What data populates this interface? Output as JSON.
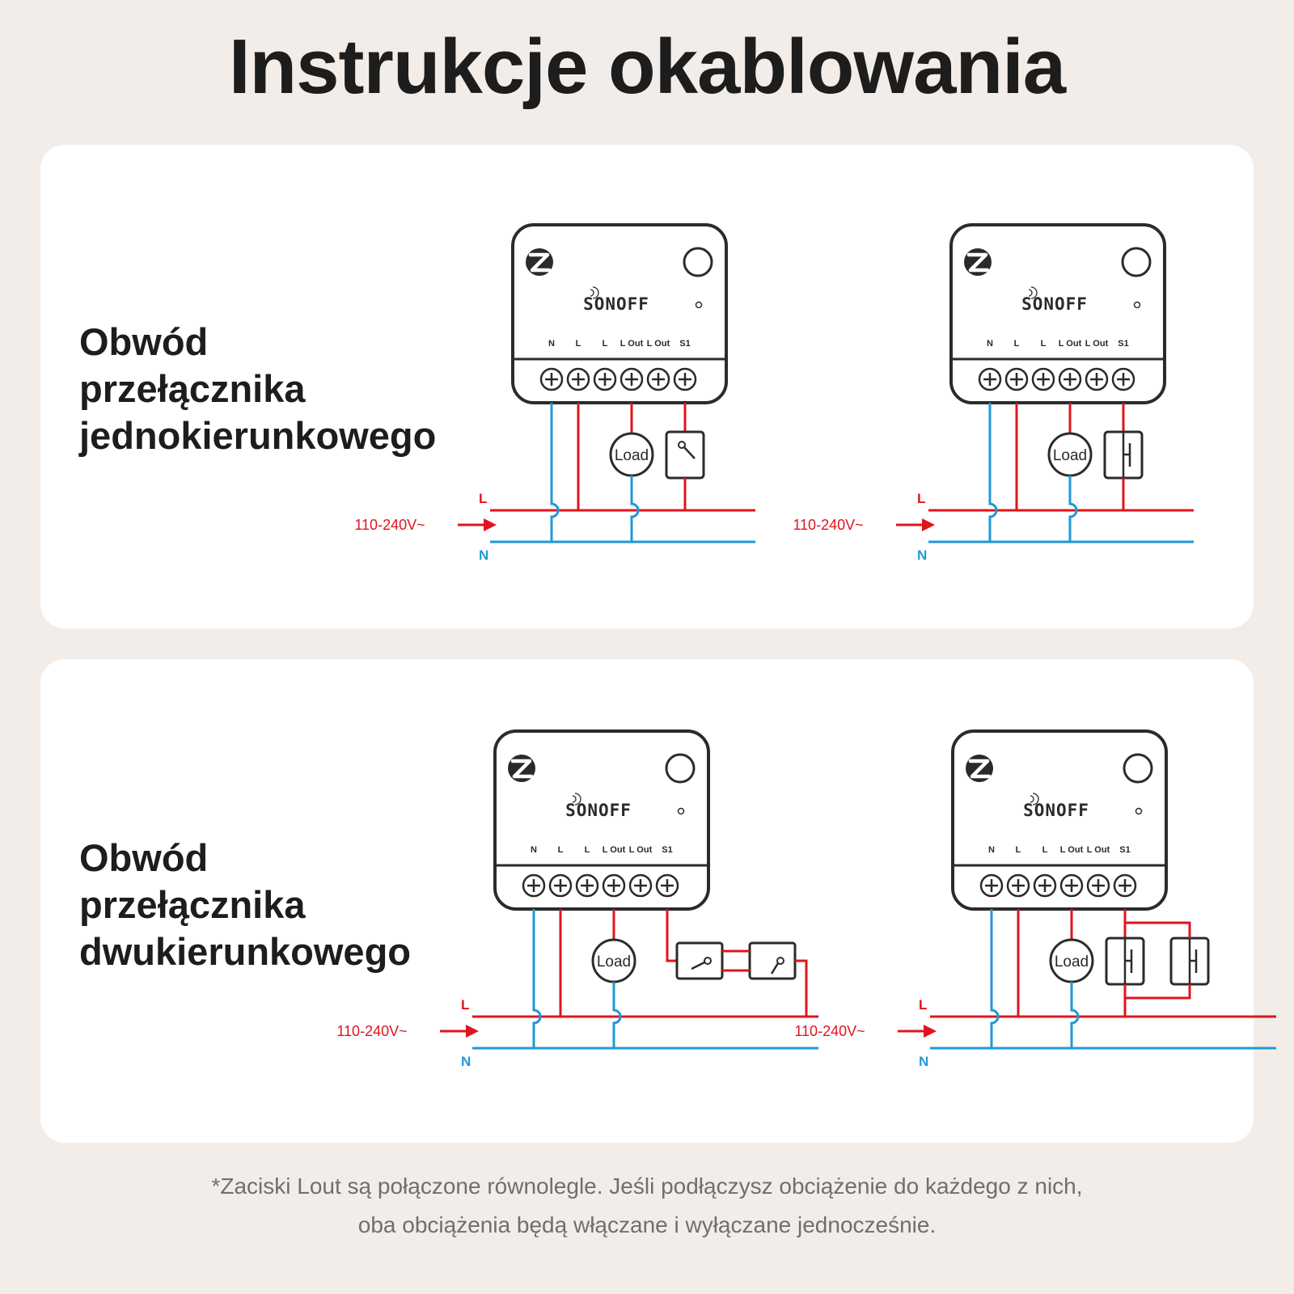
{
  "title": "Instrukcje okablowania",
  "icons": [
    "zigbee-logo",
    "sonoff-logo",
    "button-circle",
    "led-indicator",
    "toggle-switch-symbol",
    "push-button-symbol",
    "two-way-switch-symbol",
    "screw-terminal"
  ],
  "colors": {
    "background": "#f2ede8",
    "card": "#ffffff",
    "live_wire": "#e0141e",
    "neutral_wire": "#1e9ad6",
    "outline": "#2b2b2b"
  },
  "device": {
    "brand": "SONOFF",
    "terminals": [
      "N",
      "L",
      "L",
      "L Out",
      "L Out",
      "S1"
    ]
  },
  "supply": {
    "voltage": "110-240V~",
    "live": "L",
    "neutral": "N"
  },
  "load_label": "Load",
  "sections": [
    {
      "label_lines": [
        "Obwód",
        "przełącznika",
        "jednokierunkowego"
      ]
    },
    {
      "label_lines": [
        "Obwód",
        "przełącznika",
        "dwukierunkowego"
      ]
    }
  ],
  "footnote": {
    "line1": "*Zaciski Lout są połączone równolegle. Jeśli podłączysz obciążenie do każdego z nich,",
    "line2": "oba obciążenia będą włączane i wyłączane jednocześnie."
  }
}
